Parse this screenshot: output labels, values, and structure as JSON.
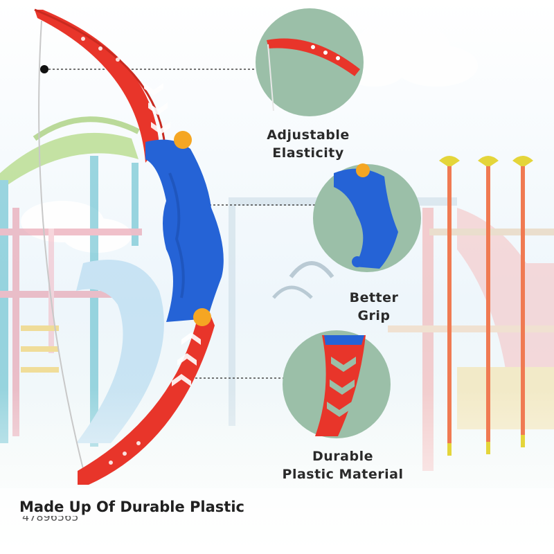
{
  "features": [
    {
      "line1": "Adjustable",
      "line2": "Elasticity"
    },
    {
      "line1": "Better",
      "line2": "Grip"
    },
    {
      "line1": "Durable",
      "line2": "Plastic Material"
    }
  ],
  "caption": "Made Up Of  Durable Plastic",
  "stray_text": "47896565",
  "colors": {
    "bow_red": "#e8352a",
    "grip_blue": "#2563d6",
    "accent_orange": "#f5a623",
    "inset_green": "#9bbfa8",
    "arrow_orange": "#f07a52",
    "suction_yellow": "#e4d53a"
  }
}
